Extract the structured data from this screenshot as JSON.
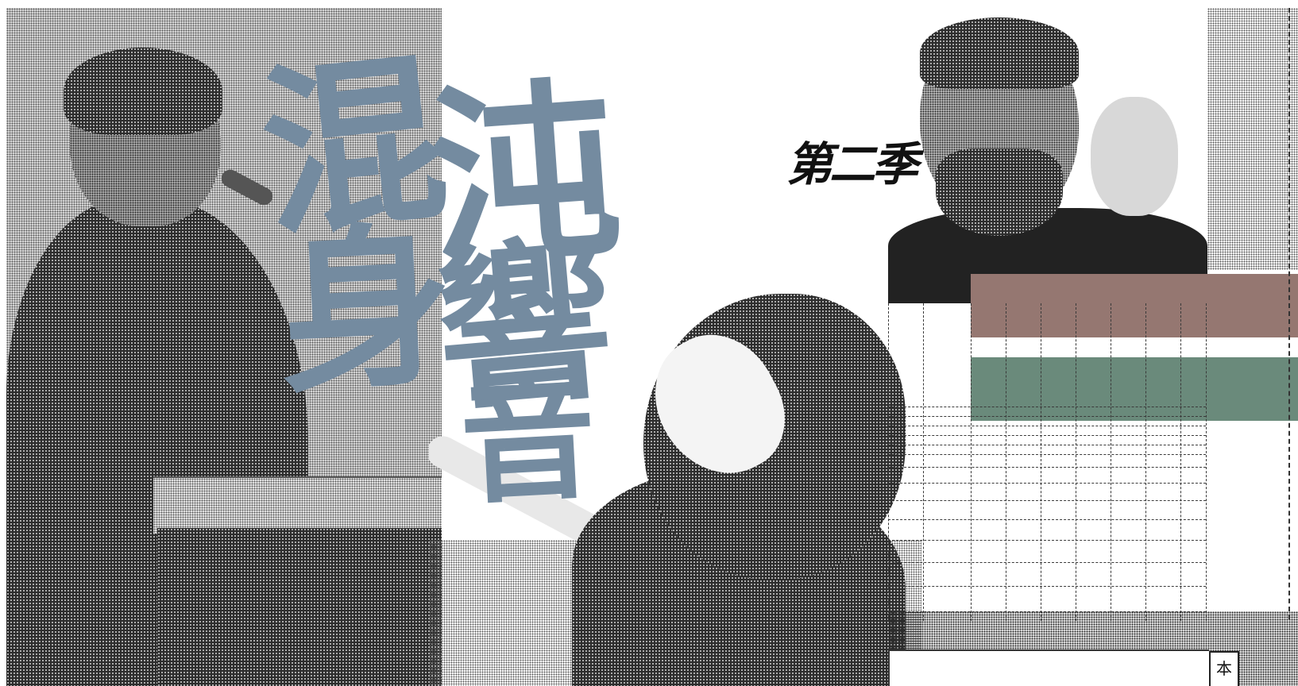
{
  "title": {
    "chars": [
      "混",
      "沌",
      "身",
      "響",
      "音"
    ],
    "color": "#748ba0"
  },
  "season": {
    "text": "第二季"
  },
  "note": {
    "text": "本"
  },
  "palette": {
    "bar_mauve": "#957771",
    "bar_green": "#6a8a7b",
    "dark": "#2d2d2d"
  },
  "photos": [
    "photo-pianist",
    "photo-singer",
    "photo-bearded-man"
  ]
}
